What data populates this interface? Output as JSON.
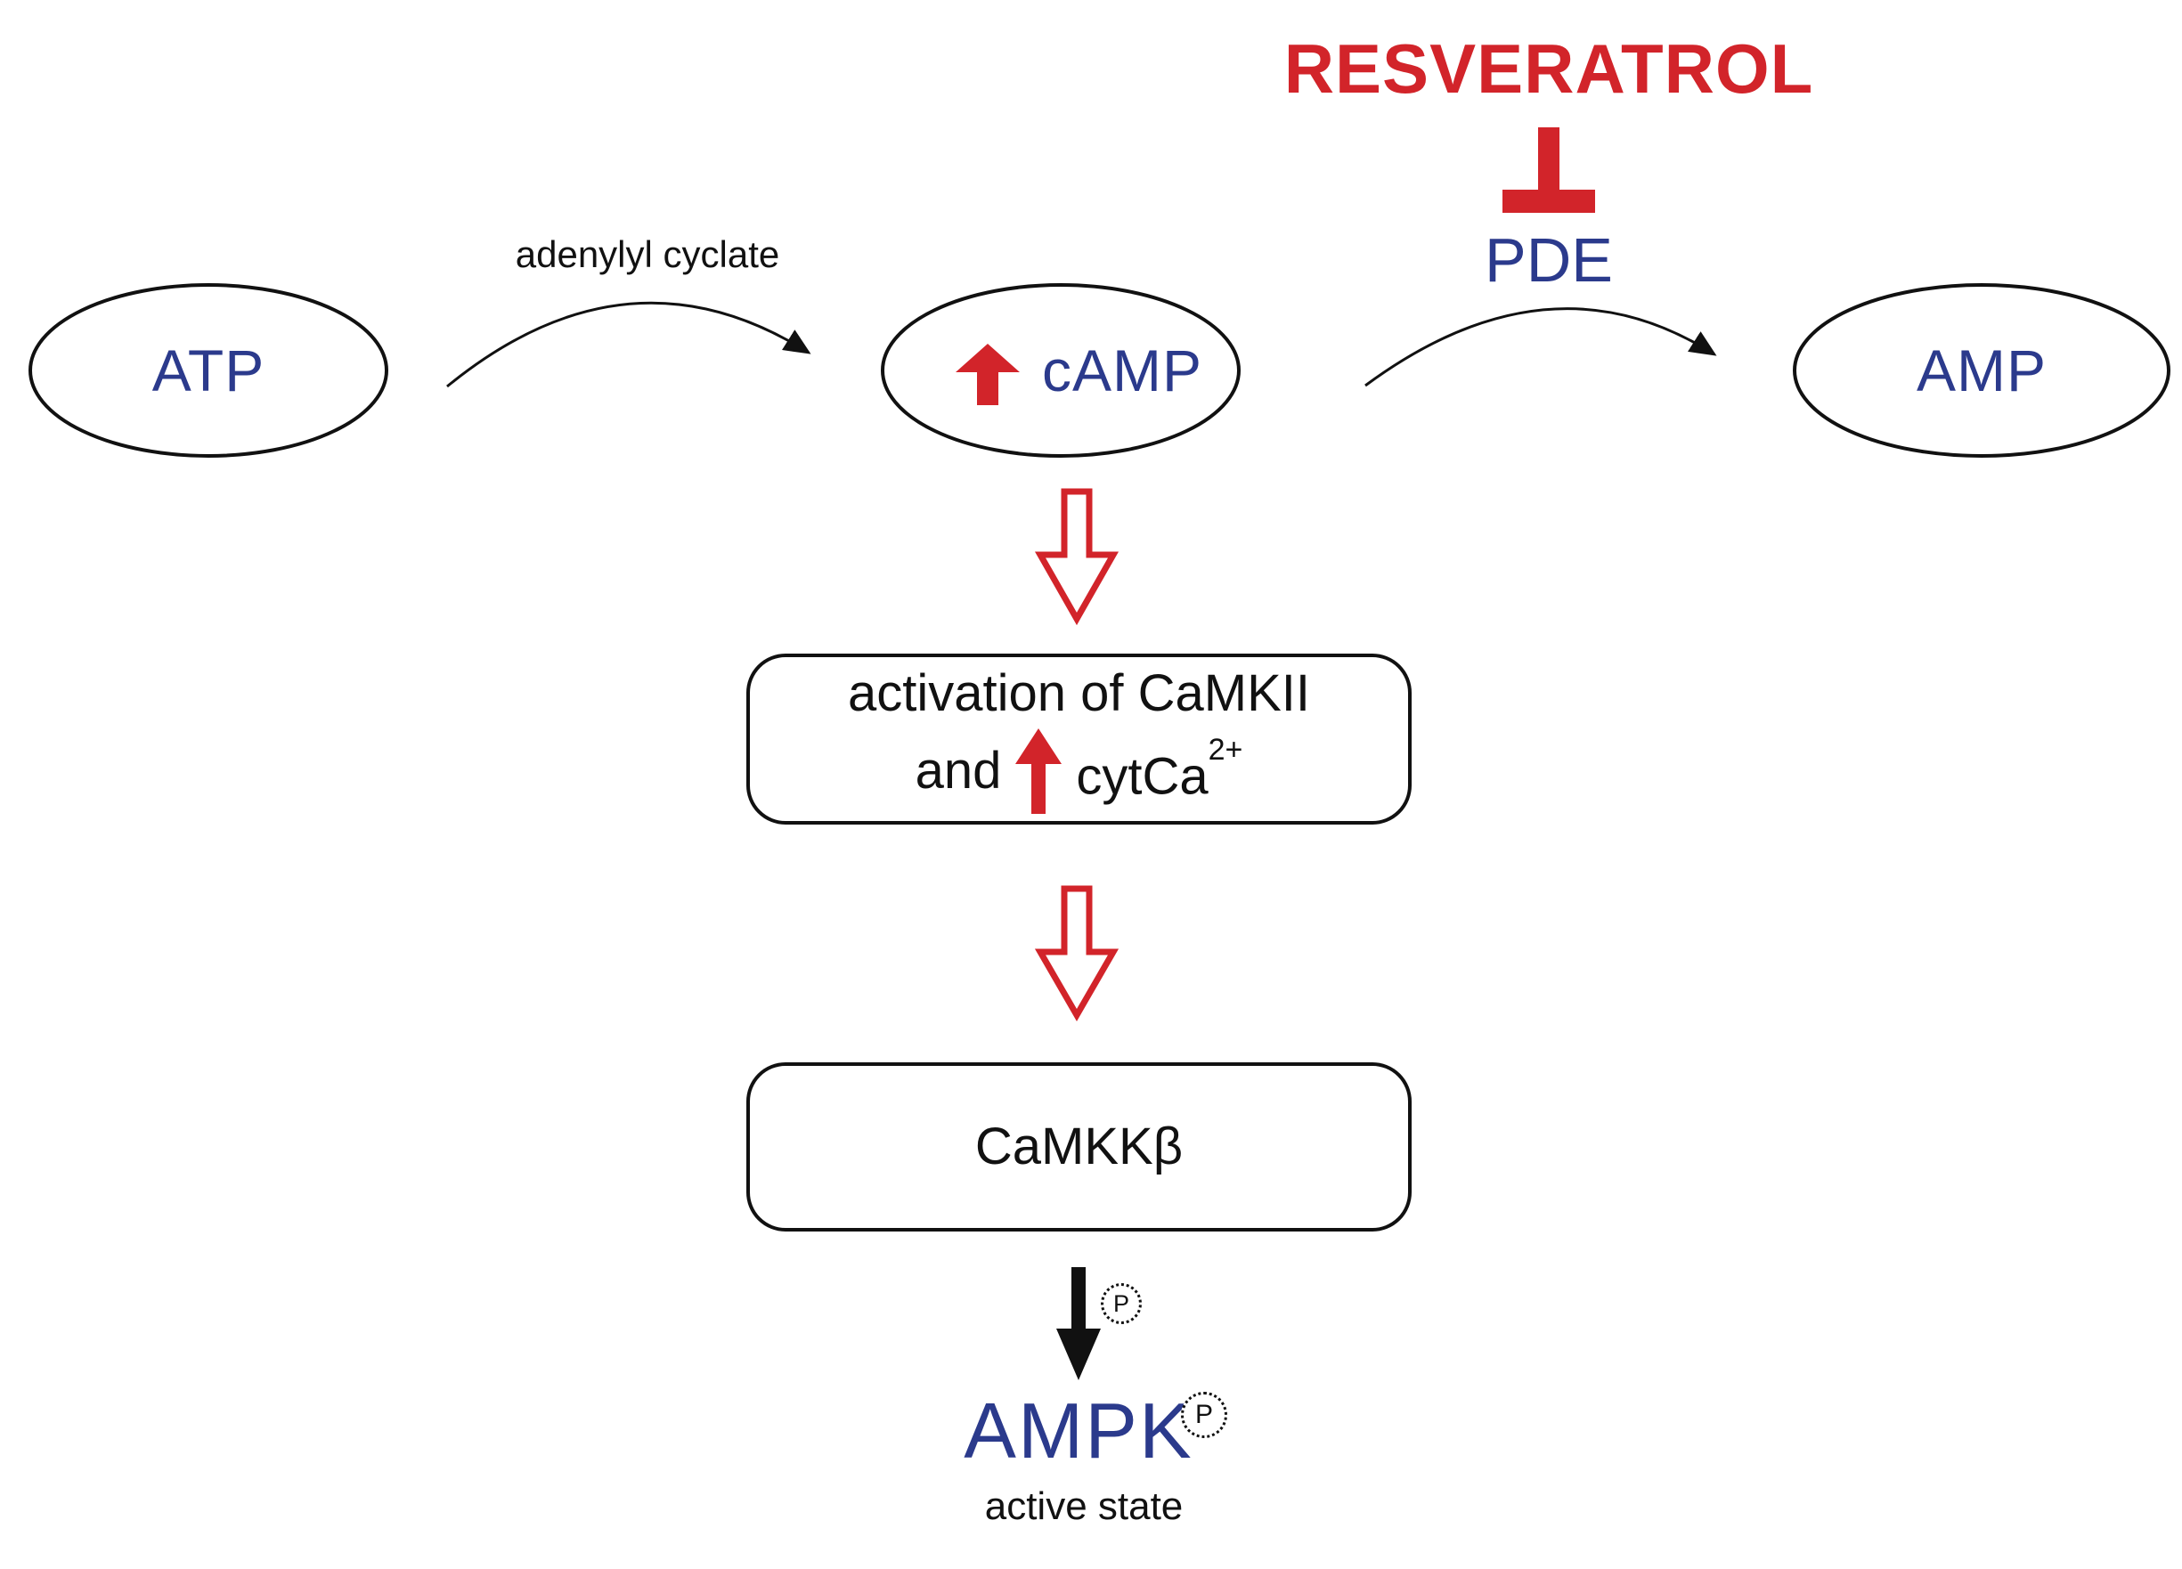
{
  "title": {
    "inhibitor": "RESVERATROL"
  },
  "labels": {
    "pde": "PDE",
    "atp": "ATP",
    "camp": "cAMP",
    "amp": "AMP",
    "enzyme": "adenylyl cyclate",
    "box1_line1": "activation of CaMKII",
    "box1_and": "and",
    "box1_target": "cytCa",
    "box1_sup": "2+",
    "box2": "CaMKKβ",
    "ampk": "AMPK",
    "phospho": "P",
    "state": "active state"
  },
  "colors": {
    "red": "#D2242A",
    "blue": "#2B3A8C",
    "ink": "#111111"
  }
}
